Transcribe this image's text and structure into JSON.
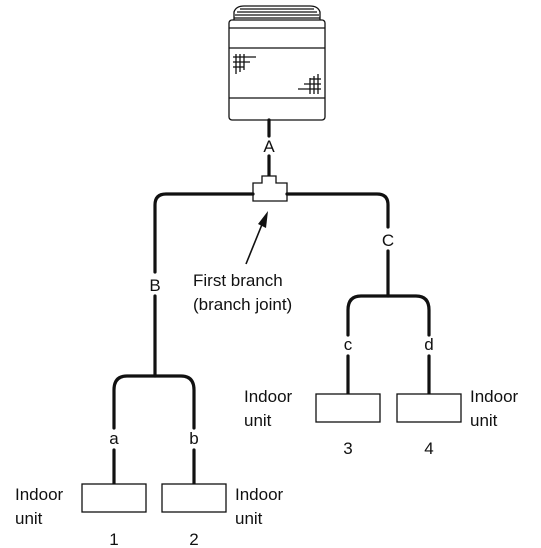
{
  "labels": {
    "pipe_A": "A",
    "pipe_B": "B",
    "pipe_C": "C",
    "pipe_a": "a",
    "pipe_b": "b",
    "pipe_c": "c",
    "pipe_d": "d",
    "first_branch": "First branch",
    "branch_joint": "(branch joint)"
  },
  "indoor_units": [
    {
      "line1": "Indoor",
      "line2": "unit",
      "number": "1"
    },
    {
      "line1": "Indoor",
      "line2": "unit",
      "number": "2"
    },
    {
      "line1": "Indoor",
      "line2": "unit",
      "number": "3"
    },
    {
      "line1": "Indoor",
      "line2": "unit",
      "number": "4"
    }
  ]
}
